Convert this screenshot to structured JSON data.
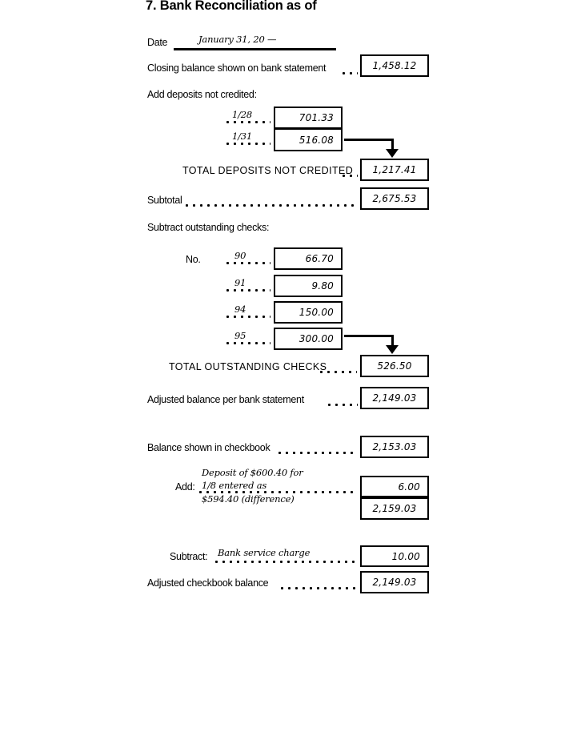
{
  "form": {
    "title": "7. Bank Reconciliation as of",
    "date_label": "Date",
    "date_value": "January 31, 20 —"
  },
  "bank_section": {
    "closing_balance_label": "Closing balance shown on bank statement",
    "closing_balance_value": "1,458.12",
    "add_deposits_label": "Add deposits not credited:",
    "deposits": [
      {
        "date": "1/28",
        "amount": "701.33"
      },
      {
        "date": "1/31",
        "amount": "516.08"
      }
    ],
    "total_deposits_label": "TOTAL DEPOSITS NOT CREDITED",
    "total_deposits_value": "1,217.41",
    "subtotal_label": "Subtotal",
    "subtotal_value": "2,675.53",
    "subtract_checks_label": "Subtract outstanding checks:",
    "check_no_label": "No.",
    "checks": [
      {
        "number": "90",
        "amount": "66.70"
      },
      {
        "number": "91",
        "amount": "9.80"
      },
      {
        "number": "94",
        "amount": "150.00"
      },
      {
        "number": "95",
        "amount": "300.00"
      }
    ],
    "total_checks_label": "TOTAL OUTSTANDING CHECKS",
    "total_checks_value": "526.50",
    "adjusted_bank_label": "Adjusted balance per bank statement",
    "adjusted_bank_value": "2,149.03"
  },
  "checkbook_section": {
    "balance_label": "Balance shown in checkbook",
    "balance_value": "2,153.03",
    "add_label": "Add:",
    "add_note_line1": "Deposit of $600.40 for",
    "add_note_line2": "1/8 entered as",
    "add_note_line3": "$594.40 (difference)",
    "add_value": "6.00",
    "running_total_value": "2,159.03",
    "subtract_label": "Subtract:",
    "subtract_note": "Bank service charge",
    "subtract_value": "10.00",
    "adjusted_checkbook_label": "Adjusted checkbook balance",
    "adjusted_checkbook_value": "2,149.03"
  }
}
